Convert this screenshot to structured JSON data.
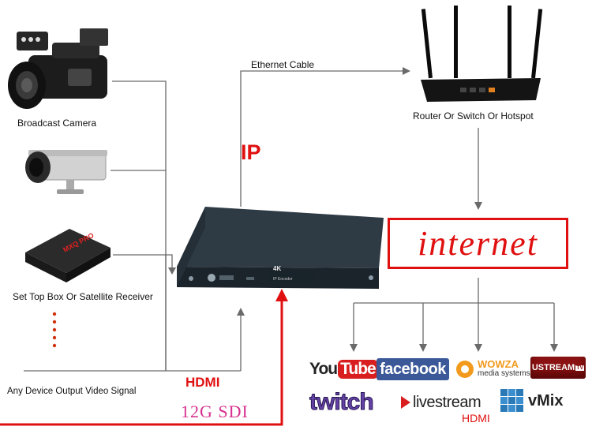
{
  "inputs": {
    "camera": "Broadcast Camera",
    "set_top_box": "Set Top Box Or Satellite Receiver",
    "any_device": "Any Device Output Video Signal"
  },
  "links": {
    "ethernet": "Ethernet Cable",
    "ip": "IP",
    "hdmi": "HDMI",
    "sdi": "12G SDI"
  },
  "router": {
    "label": "Router Or Switch Or Hotspot"
  },
  "internet": {
    "label": "internet"
  },
  "encoder": {
    "badge": "4K",
    "model_text": "IP Encoder"
  },
  "platforms": {
    "youtube_a": "You",
    "youtube_b": "Tube",
    "facebook": "facebook",
    "wowza": "WOWZA",
    "wowza_sub": "media systems",
    "ustream": "USTREAM",
    "ustream_tv": "TV",
    "twitch": "twitch",
    "livestream": "livestream",
    "livestream_hdmi": "HDMI",
    "vmix": "vMix"
  },
  "colors": {
    "wire": "#555555",
    "red": "#e01010",
    "sdi": "#d62f8f",
    "internet_border": "#e01010"
  }
}
